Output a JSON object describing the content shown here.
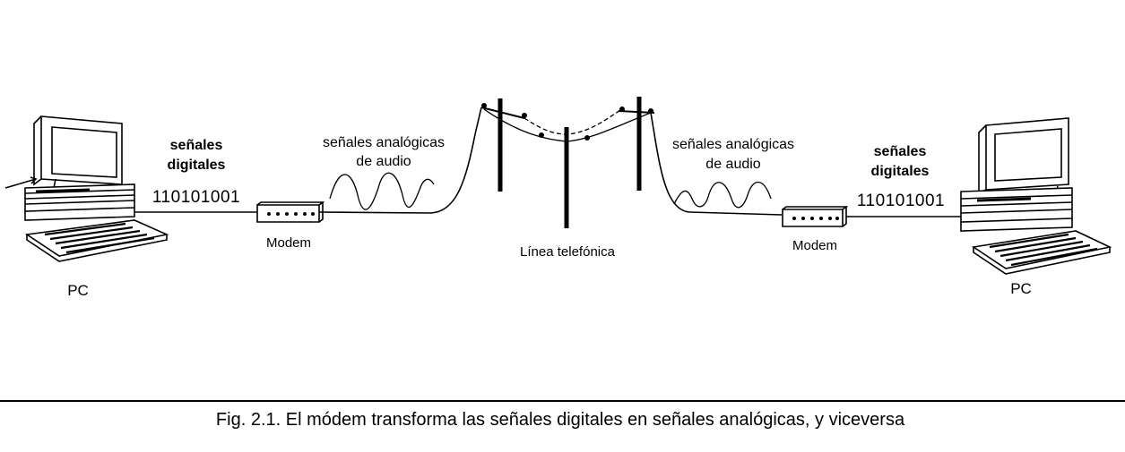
{
  "left": {
    "pc_label": "PC",
    "digital_signal_line1": "señales",
    "digital_signal_line2": "digitales",
    "bits": "110101001",
    "modem_label": "Modem",
    "analog_signal_line1": "señales analógicas",
    "analog_signal_line2": "de audio"
  },
  "center": {
    "phone_line_label": "Línea telefónica"
  },
  "right": {
    "pc_label": "PC",
    "digital_signal_line1": "señales",
    "digital_signal_line2": "digitales",
    "bits": "110101001",
    "modem_label": "Modem",
    "analog_signal_line1": "señales analógicas",
    "analog_signal_line2": "de audio"
  },
  "caption": "Fig. 2.1. El módem transforma las señales digitales en señales analógicas, y viceversa"
}
